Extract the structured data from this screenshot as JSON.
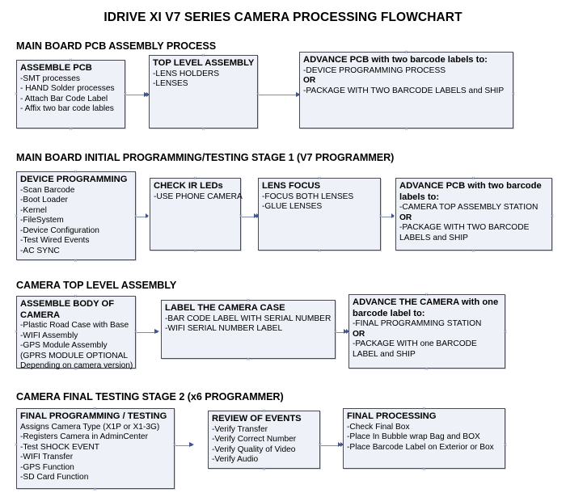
{
  "document": {
    "title": "IDRIVE XI V7 SERIES CAMERA PROCESSING FLOWCHART",
    "background_color": "#ffffff",
    "box_fill_color": "#eef1f8",
    "box_border_color": "#4a4a55",
    "connector_color": "#41558f"
  },
  "sections": [
    {
      "heading": "MAIN BOARD PCB ASSEMBLY PROCESS",
      "boxes": [
        {
          "title": "ASSEMBLE PCB",
          "lines": [
            "-SMT processes",
            "- HAND Solder processes",
            "- Attach Bar Code Label",
            "- Affix two bar code lables"
          ]
        },
        {
          "title": "TOP LEVEL ASSEMBLY",
          "lines": [
            "-LENS HOLDERS",
            "-LENSES"
          ]
        },
        {
          "title": "ADVANCE PCB with two barcode labels to:",
          "lines": [
            "-DEVICE PROGRAMMING PROCESS",
            "OR",
            "-PACKAGE WITH TWO BARCODE LABELS and SHIP"
          ]
        }
      ]
    },
    {
      "heading": "MAIN BOARD INITIAL PROGRAMMING/TESTING STAGE 1 (V7 PROGRAMMER)",
      "boxes": [
        {
          "title": "DEVICE PROGRAMMING",
          "lines": [
            "-Scan Barcode",
            "-Boot Loader",
            "-Kernel",
            "-FileSystem",
            "-Device Configuration",
            "-Test Wired Events",
            "-AC SYNC"
          ]
        },
        {
          "title": "CHECK IR LEDs",
          "lines": [
            "-USE PHONE CAMERA"
          ]
        },
        {
          "title": "LENS FOCUS",
          "lines": [
            "-FOCUS BOTH LENSES",
            "-GLUE LENSES"
          ]
        },
        {
          "title": "ADVANCE PCB with two barcode labels to:",
          "lines": [
            "-CAMERA TOP ASSEMBLY STATION",
            "OR",
            "-PACKAGE WITH TWO BARCODE LABELS and SHIP"
          ]
        }
      ]
    },
    {
      "heading": "CAMERA TOP LEVEL ASSEMBLY",
      "boxes": [
        {
          "title": "ASSEMBLE BODY OF CAMERA",
          "lines": [
            "-Plastic Road Case with Base",
            "-WIFI Assembly",
            "-GPS Module Assembly",
            "(GPRS MODULE OPTIONAL",
            "Depending on camera version)"
          ]
        },
        {
          "title": "LABEL THE CAMERA CASE",
          "lines": [
            "-BAR CODE LABEL WITH SERIAL NUMBER",
            "-WIFI SERIAL NUMBER LABEL"
          ]
        },
        {
          "title": "ADVANCE THE CAMERA with one barcode label to:",
          "lines": [
            "-FINAL PROGRAMMING STATION",
            "OR",
            "-PACKAGE WITH one BARCODE LABEL and SHIP"
          ]
        }
      ]
    },
    {
      "heading": "CAMERA FINAL TESTING STAGE 2 (x6 PROGRAMMER)",
      "boxes": [
        {
          "title": "FINAL PROGRAMMING / TESTING",
          "lines": [
            "Assigns Camera Type (X1P or X1-3G)",
            "-Registers Camera in AdminCenter",
            "-Test SHOCK EVENT",
            "-WIFI Transfer",
            "-GPS Function",
            "-SD Card Function"
          ]
        },
        {
          "title": "REVIEW OF EVENTS",
          "lines": [
            "-Verify Transfer",
            "-Verify Correct Number",
            "-Verify Quality of Video",
            "-Verify Audio"
          ]
        },
        {
          "title": "FINAL PROCESSING",
          "lines": [
            " -Check Final Box",
            "-Place In Bubble wrap Bag and BOX",
            "-Place Barcode Label on Exterior or Box"
          ]
        }
      ]
    }
  ]
}
